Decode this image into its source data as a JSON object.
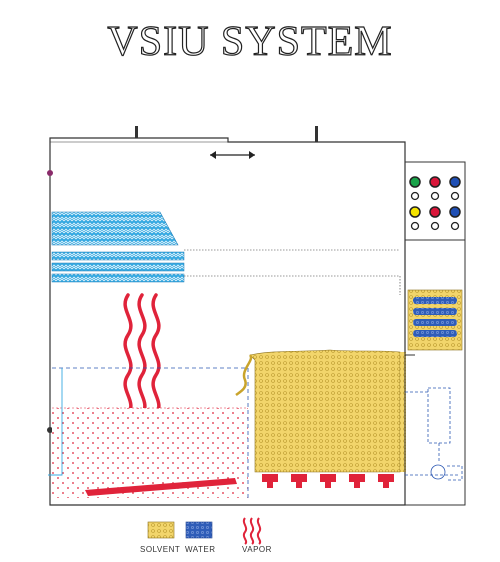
{
  "title": "VSIU SYSTEM",
  "legend": [
    {
      "label": "SOLVENT",
      "color": "#f2d56b"
    },
    {
      "label": "WATER",
      "color": "#2f5db8"
    },
    {
      "label": "VAPOR",
      "color": "#e0233a"
    }
  ],
  "colors": {
    "solvent": "#f2d56b",
    "water": "#2f5db8",
    "vapor": "#e0233a",
    "coil": "#36a9e1",
    "outline": "#333333",
    "dashed": "#2b57b3",
    "dots": "#e0233a"
  },
  "indicator_lights": [
    "#1aa34a",
    "#d9163a",
    "#1f4fb5",
    "#f5e400",
    "#d9163a",
    "#1f4fb5"
  ]
}
